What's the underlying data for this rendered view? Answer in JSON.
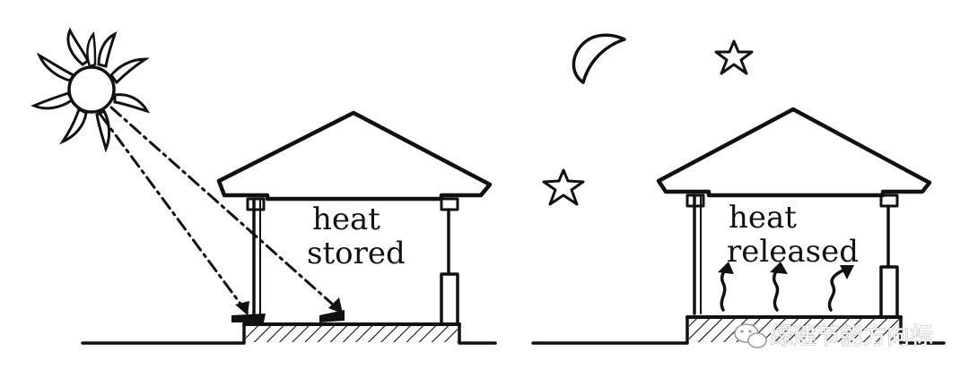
{
  "panels": [
    {
      "id": "day",
      "label_lines": [
        "heat",
        "stored"
      ]
    },
    {
      "id": "night",
      "label_lines": [
        "heat",
        "released"
      ]
    }
  ],
  "watermark": {
    "text": "绿建节能方向标",
    "icon": "wechat-icon"
  }
}
